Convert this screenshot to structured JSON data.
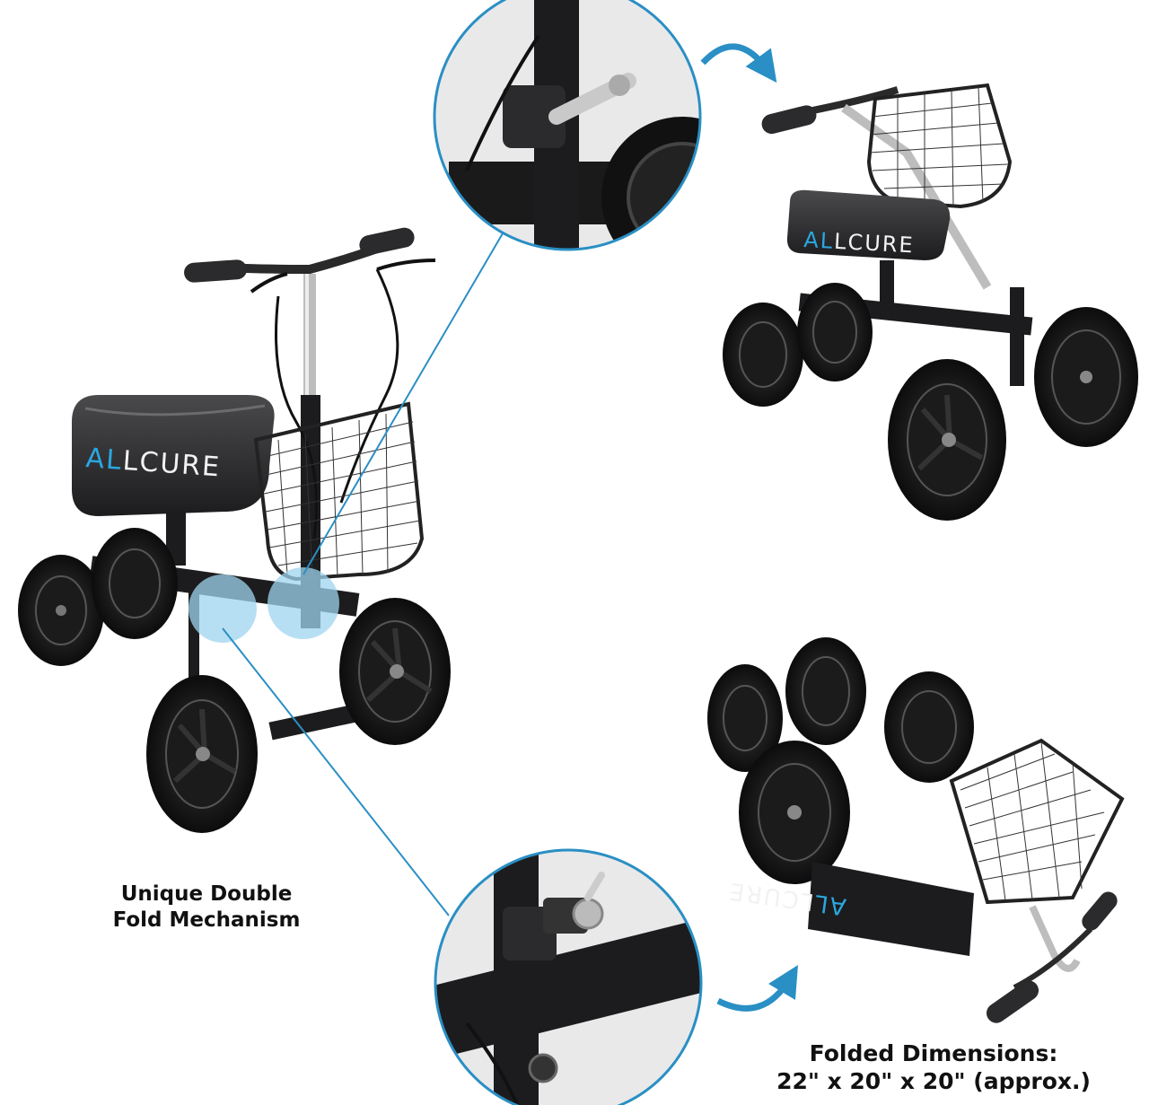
{
  "brand": {
    "prefix": "AL",
    "suffix": "LCURE",
    "prefix_color": "#2aa7e0"
  },
  "captions": {
    "fold_line1": "Unique Double",
    "fold_line2": "Fold Mechanism",
    "dim_line1": "Folded Dimensions:",
    "dim_line2": "22\" x 20\" x 20\" (approx.)"
  },
  "colors": {
    "accent": "#2a8fc4",
    "frame": "#1c1c1e",
    "highlight": "#9fd4ef"
  },
  "icons": [
    "curved-arrow-icon",
    "curved-arrow-icon"
  ]
}
